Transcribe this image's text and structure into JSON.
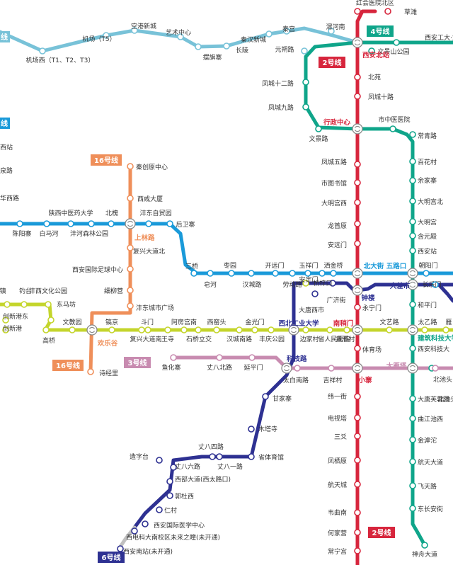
{
  "colors": {
    "line1": "#1a9ad9",
    "line2": "#d7263d",
    "line3": "#c88bb0",
    "line4": "#0fa58a",
    "line5": "#c4d52c",
    "line6": "#2e3192",
    "line14": "#78c2d8",
    "line16": "#ef8f5a",
    "unopened": "#c0c0c0"
  },
  "badges": {
    "line2_top": "2号线",
    "line2_bottom": "2号线",
    "line4": "4号线",
    "line16_top": "16号线",
    "line16_bottom": "16号线",
    "line3": "3号线",
    "line6": "6号线"
  },
  "line14": {
    "label_fragment": "线",
    "stations": [
      "机场西（T1、T2、T3）",
      "机场（T5）",
      "空港新城",
      "艺术中心",
      "摆旗寨",
      "长陵",
      "秦汉新城",
      "秦宫",
      "元朔路",
      "渭河南"
    ]
  },
  "line1": {
    "label_fragment": "线",
    "stations": [
      "陈阳寨",
      "白马河",
      "陕西中医药大学",
      "沣河森林公园",
      "北槐",
      "沣东自贸园",
      "后卫寨",
      "三桥",
      "皂河",
      "枣园",
      "汉城路",
      "开远门",
      "劳动路",
      "玉祥门",
      "桥梓口",
      "洒金桥",
      "朝阳门",
      "长乐门"
    ]
  },
  "line2": {
    "stations": [
      "红会医院北区",
      "草滩",
      "北苑",
      "凤城十路",
      "凤城五路",
      "市图书馆",
      "大明宫西",
      "龙首原",
      "安远门",
      "永宁门",
      "体育场",
      "纬一街",
      "电视塔",
      "三爻",
      "凤栖原",
      "航天城",
      "韦曲南",
      "何家营",
      "常宁宫"
    ]
  },
  "line4": {
    "stations": [
      "西安工大·武德门",
      "文景山公园",
      "凤城十二路",
      "凤城九路",
      "文景路",
      "市中医医院",
      "常青路",
      "百花村",
      "余家寨",
      "大明宫北",
      "大明宫",
      "含元殿",
      "西安站",
      "和平门",
      "西安科技大",
      "北池头",
      "大唐芙蓉园",
      "曲江池西",
      "金滹沱",
      "航天大道",
      "飞天路",
      "东长安街",
      "神舟大道"
    ]
  },
  "line16": {
    "stations": [
      "秦创原中心",
      "西咸大厦",
      "复兴大道北",
      "西安国际足球中心",
      "细柳营",
      "沣东城市广场",
      "诗经里"
    ]
  },
  "line5": {
    "stations": [
      "镇",
      "钓台",
      "沣西文化公园",
      "东马坊",
      "创新港东",
      "创新港",
      "高桥",
      "文教园",
      "镐京",
      "复兴大道南",
      "斗门",
      "王寺",
      "阿房宫南",
      "石桥立交",
      "西窑头",
      "汉城南路",
      "金光门",
      "丰庆公园",
      "安定门",
      "边家村",
      "省人民医院",
      "黄雁村",
      "文艺路",
      "太乙路",
      "雁"
    ]
  },
  "line3": {
    "stations": [
      "鱼化寨",
      "丈八北路",
      "延平门",
      "太白南路",
      "吉祥村",
      "北池头"
    ]
  },
  "line6": {
    "stations": [
      "大唐西市",
      "广济街",
      "甘家寨",
      "木塔寺",
      "省体育馆",
      "丈八一路",
      "丈八四路",
      "丈八六路",
      "造字台",
      "西部大道(西太路口)",
      "郭杜西",
      "仁村",
      "西安国际医学中心",
      "西电科大南校区未来之瞳(未开通)",
      "西安南站(未开通)"
    ]
  },
  "transfer_stations": [
    "西安北站",
    "行政中心",
    "上林路",
    "北大街",
    "五路口",
    "大差市",
    "钟楼",
    "欢乐谷",
    "西北工业大学",
    "南稍门",
    "建筑科技大学",
    "科技路",
    "小寨",
    "大雁塔"
  ],
  "west_edge_fragments": [
    "西站",
    "泉路",
    "华西路"
  ]
}
